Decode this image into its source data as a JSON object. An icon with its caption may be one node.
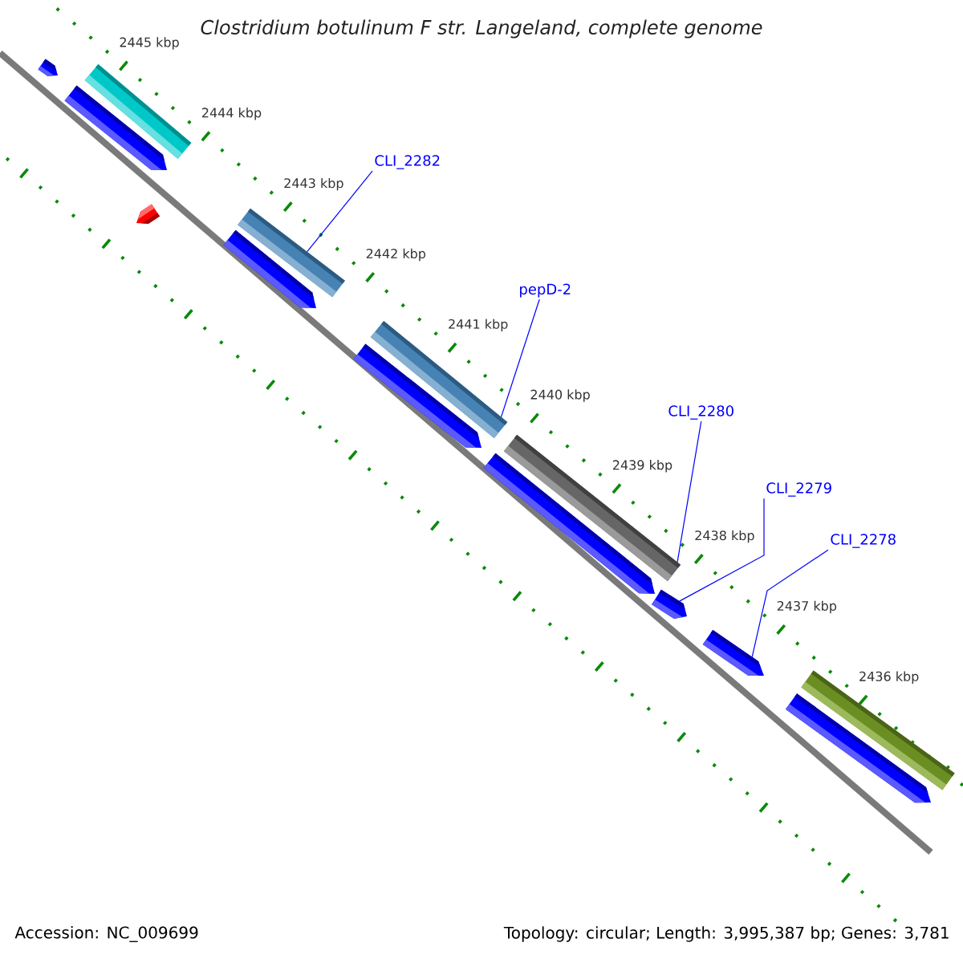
{
  "diagram": {
    "title": "Clostridium botulinum F str. Langeland, complete genome",
    "nodes": [
      {
        "text": [
          "CLI_2282"
        ]
      },
      {
        "text": [
          "pepD-2"
        ]
      },
      {
        "text": [
          "CLI_2280"
        ]
      },
      {
        "text": [
          "CLI_2279"
        ]
      },
      {
        "text": [
          "CLI_2278"
        ]
      },
      {
        "text": [],
        "shape": "bar"
      },
      {
        "text": [],
        "shape": "bar"
      },
      {
        "text": [],
        "shape": "bar"
      },
      {
        "text": [],
        "shape": "bar"
      },
      {
        "text": [],
        "shape": "bar"
      }
    ],
    "edges": [
      {
        "from": 0,
        "to": 5,
        "arrow": "none"
      },
      {
        "from": 1,
        "to": 6,
        "arrow": "none"
      },
      {
        "from": 2,
        "to": 7,
        "arrow": "none"
      },
      {
        "from": 3,
        "to": 8,
        "arrow": "none"
      },
      {
        "from": 4,
        "to": 9,
        "arrow": "none"
      }
    ],
    "labels": [
      "2445 kbp",
      "2444 kbp",
      "2443 kbp",
      "2442 kbp",
      "2441 kbp",
      "2440 kbp",
      "2439 kbp",
      "2438 kbp",
      "2437 kbp",
      "2436 kbp",
      "Accession: NC_009699",
      "Topology: circular; Length: 3,995,387 bp; Genes: 3,781"
    ]
  }
}
